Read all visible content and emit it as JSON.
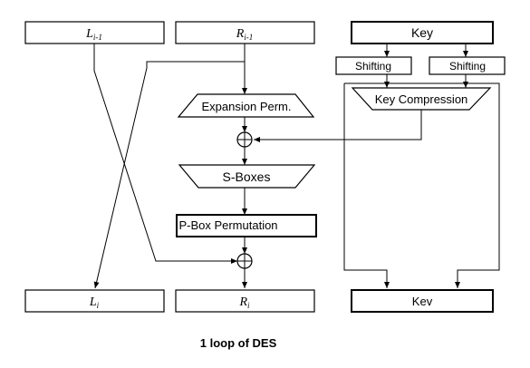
{
  "labels": {
    "l_prev_main": "L",
    "l_prev_sub": "i-1",
    "r_prev_main": "R",
    "r_prev_sub": "i-1",
    "key_top": "Key",
    "shifting_left": "Shifting",
    "shifting_right": "Shifting",
    "key_compression": "Key Compression",
    "expansion": "Expansion Perm.",
    "sboxes": "S-Boxes",
    "pbox": "P-Box Permutation",
    "l_next_main": "L",
    "l_next_sub": "i",
    "r_next_main": "R",
    "r_next_sub": "i",
    "key_bottom": "Kev",
    "caption": "1 loop of DES"
  }
}
